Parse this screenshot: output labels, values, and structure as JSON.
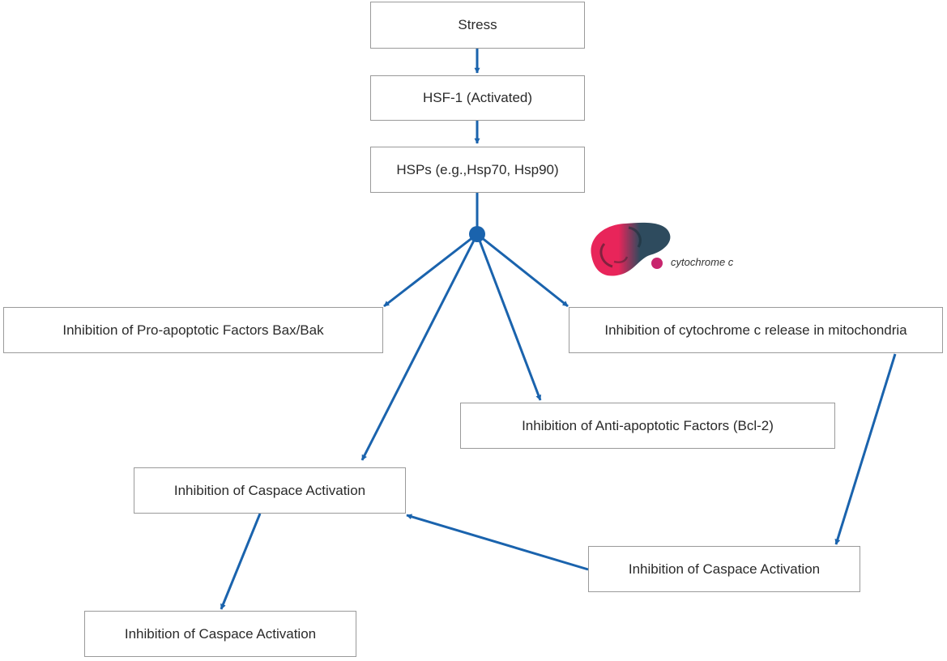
{
  "nodes": {
    "stress": "Stress",
    "hsf1": "HSF-1 (Activated)",
    "hsps": "HSPs (e.g.,Hsp70, Hsp90)",
    "bax_bak": "Inhibition of Pro-apoptotic Factors Bax/Bak",
    "cytochrome_release": "Inhibition of cytochrome c release in mitochondria",
    "bcl2": "Inhibition of Anti-apoptotic Factors (Bcl-2)",
    "caspase_mid": "Inhibition of Caspace Activation",
    "caspase_right": "Inhibition of Caspace Activation",
    "caspase_bottom": "Inhibition of Caspace Activation"
  },
  "legend": {
    "cytochrome_label": "cytochrome c"
  },
  "colors": {
    "arrow": "#1a63ad",
    "box_border": "#9a9a9a",
    "cytochrome_dot": "#c8266e",
    "mitochondrion_dark": "#2e4b5e",
    "mitochondrion_pink": "#e8255a"
  }
}
